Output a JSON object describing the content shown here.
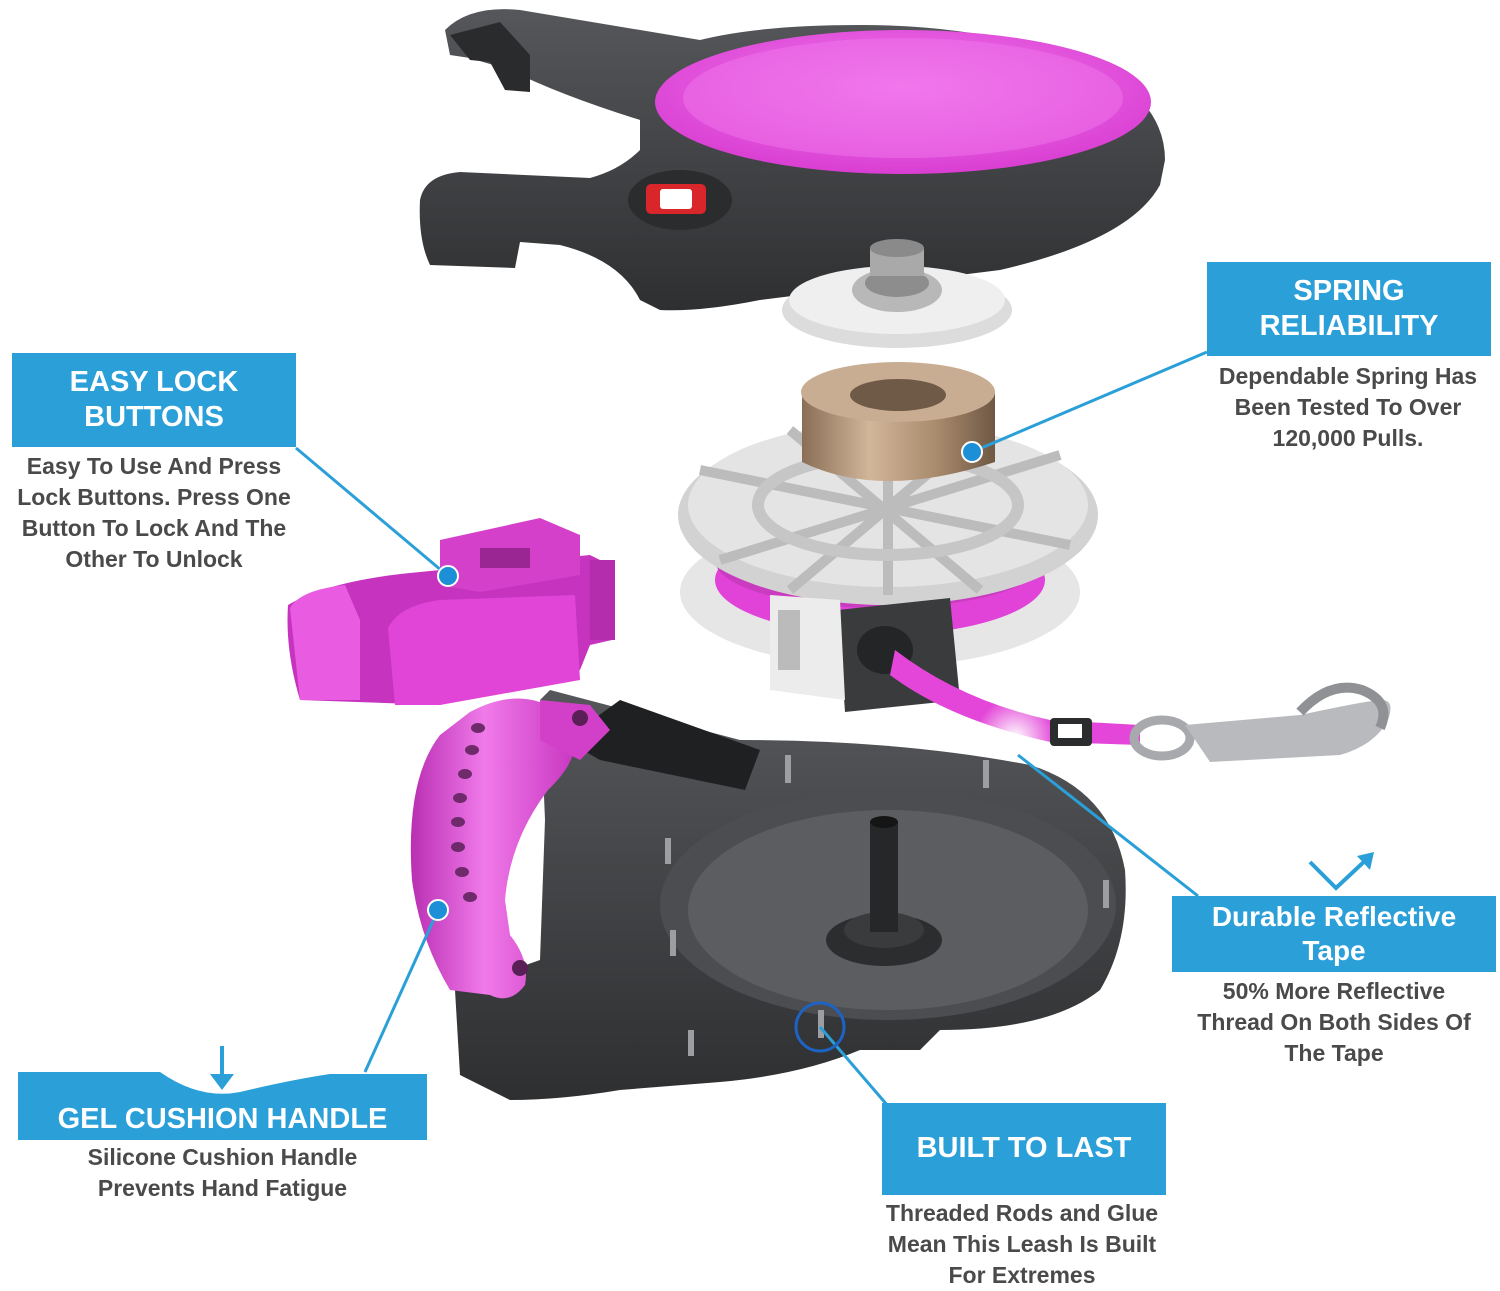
{
  "callouts": {
    "spring": {
      "title_line1": "SPRING",
      "title_line2": "RELIABILITY",
      "desc_line1": "Dependable Spring Has",
      "desc_line2": "Been Tested To Over",
      "desc_line3": "120,000 Pulls."
    },
    "lock": {
      "title_line1": "EASY LOCK",
      "title_line2": "BUTTONS",
      "desc_line1": "Easy To Use And Press",
      "desc_line2": "Lock Buttons. Press One",
      "desc_line3": "Button To Lock And The",
      "desc_line4": "Other To Unlock"
    },
    "tape": {
      "title_line1": "Durable Reflective",
      "title_line2": "Tape",
      "desc_line1": "50% More Reflective",
      "desc_line2": "Thread On Both Sides Of",
      "desc_line3": "The Tape"
    },
    "gel": {
      "title": "GEL CUSHION HANDLE",
      "desc_line1": "Silicone Cushion Handle",
      "desc_line2": "Prevents Hand Fatigue"
    },
    "built": {
      "title": "BUILT TO LAST",
      "desc_line1": "Threaded Rods and Glue",
      "desc_line2": "Mean This Leash Is Built",
      "desc_line3": "For Extremes"
    }
  },
  "colors": {
    "callout_blue": "#2a9fd8",
    "body_gray": "#3a3b3d",
    "accent_pink": "#e03fd6",
    "reel_gray": "#d6d6d6",
    "spring_bronze": "#a88a6c"
  },
  "icons": [
    "arrow-down-icon",
    "check-arrow-icon",
    "pointer-dot-icon",
    "focus-ring-icon"
  ]
}
